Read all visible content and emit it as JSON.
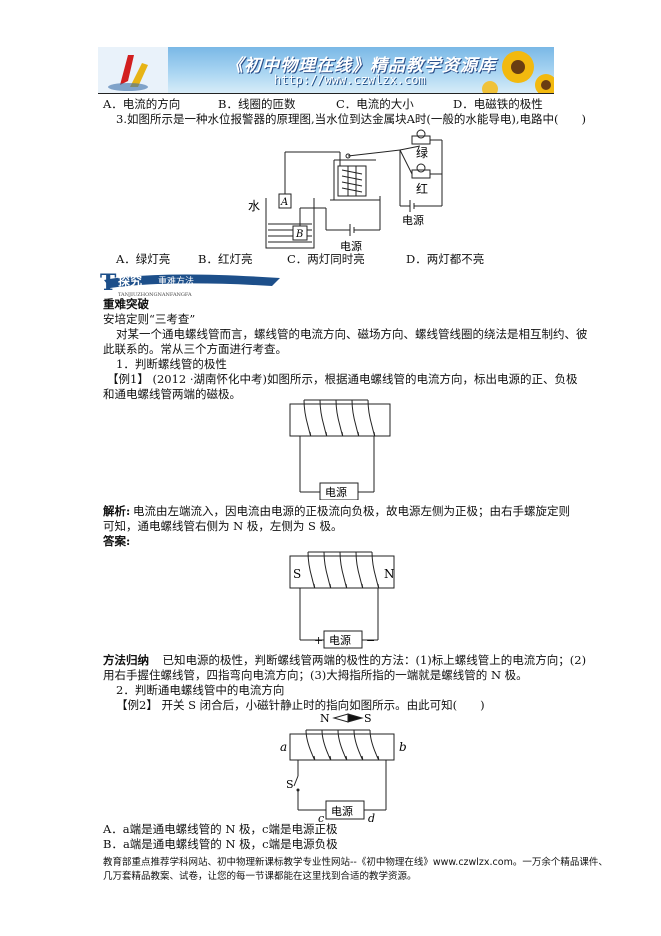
{
  "header": {
    "title": "《初中物理在线》精品教学资源库",
    "url": "http://www.czwlzx.com"
  },
  "q2_options": [
    "A．电流的方向",
    "B．线圈的匝数",
    "C．电流的大小",
    "D．电磁铁的极性"
  ],
  "q3": {
    "stem": "3.如图所示是一种水位报警器的原理图,当水位到达金属块A时(一般的水能导电),电路中(　　)",
    "labels": {
      "green": "绿",
      "red": "红",
      "water": "水",
      "a": "A",
      "b": "B",
      "source1": "电源",
      "source2": "电源"
    },
    "options": [
      "A．绿灯亮",
      "B．红灯亮",
      "C．两灯同时亮",
      "D．两灯都不亮"
    ]
  },
  "section_banner": {
    "letter": "T",
    "title": "探究",
    "subtitle": "重难方法",
    "pinyin": "TANJIUZHONGNANFANGFA"
  },
  "body": {
    "heading": "重难突破",
    "rule_title": "安培定则“三考查”",
    "intro1": "对某一个通电螺线管而言，螺线管的电流方向、磁场方向、螺线管线圈的绕法是相互制约、彼",
    "intro2": "此联系的。常从三个方面进行考查。",
    "point1": "1．判断螺线管的极性",
    "ex1_1": "【例1】 (2012 ·湖南怀化中考)如图所示，根据通电螺线管的电流方向，标出电源的正、负极",
    "ex1_2": "和通电螺线管两端的磁极。",
    "fig1_source": "电源",
    "analysis_label": "解析:",
    "analysis_1": " 电流由左端流入，因电流由电源的正极流向负极，故电源左侧为正极；由右手螺旋定则",
    "analysis_2": "可知，通电螺线管右侧为 N 极，左侧为 S 极。",
    "answer_label": "答案:",
    "fig2": {
      "s": "S",
      "n": "N",
      "source": "电源",
      "plus": "+",
      "minus": "−"
    },
    "method_label": "方法归纳",
    "method_1": "　已知电源的极性，判断螺线管两端的极性的方法：(1)标上螺线管上的电流方向；(2)",
    "method_2": "用右手握住螺线管，四指弯向电流方向；(3)大拇指所指的一端就是螺线管的 N 极。",
    "point2": "2．判断通电螺线管中的电流方向",
    "ex2": "【例2】 开关 S 闭合后，小磁针静止时的指向如图所示。由此可知(　　)",
    "fig3": {
      "n": "N",
      "s": "S",
      "a": "a",
      "b": "b",
      "sw": "S",
      "source": "电源",
      "c": "c",
      "d": "d"
    },
    "optA": "A．a端是通电螺线管的 N 极，c端是电源正极",
    "optB": "B．a端是通电螺线管的 N 极，c端是电源负极"
  },
  "footer": {
    "line1": "教育部重点推荐学科网站、初中物理新课标教学专业性网站--《初中物理在线》www.czwlzx.com。一万余个精品课件、",
    "line2": "几万套精品教案、试卷，让您的每一节课都能在这里找到合适的教学资源。"
  }
}
